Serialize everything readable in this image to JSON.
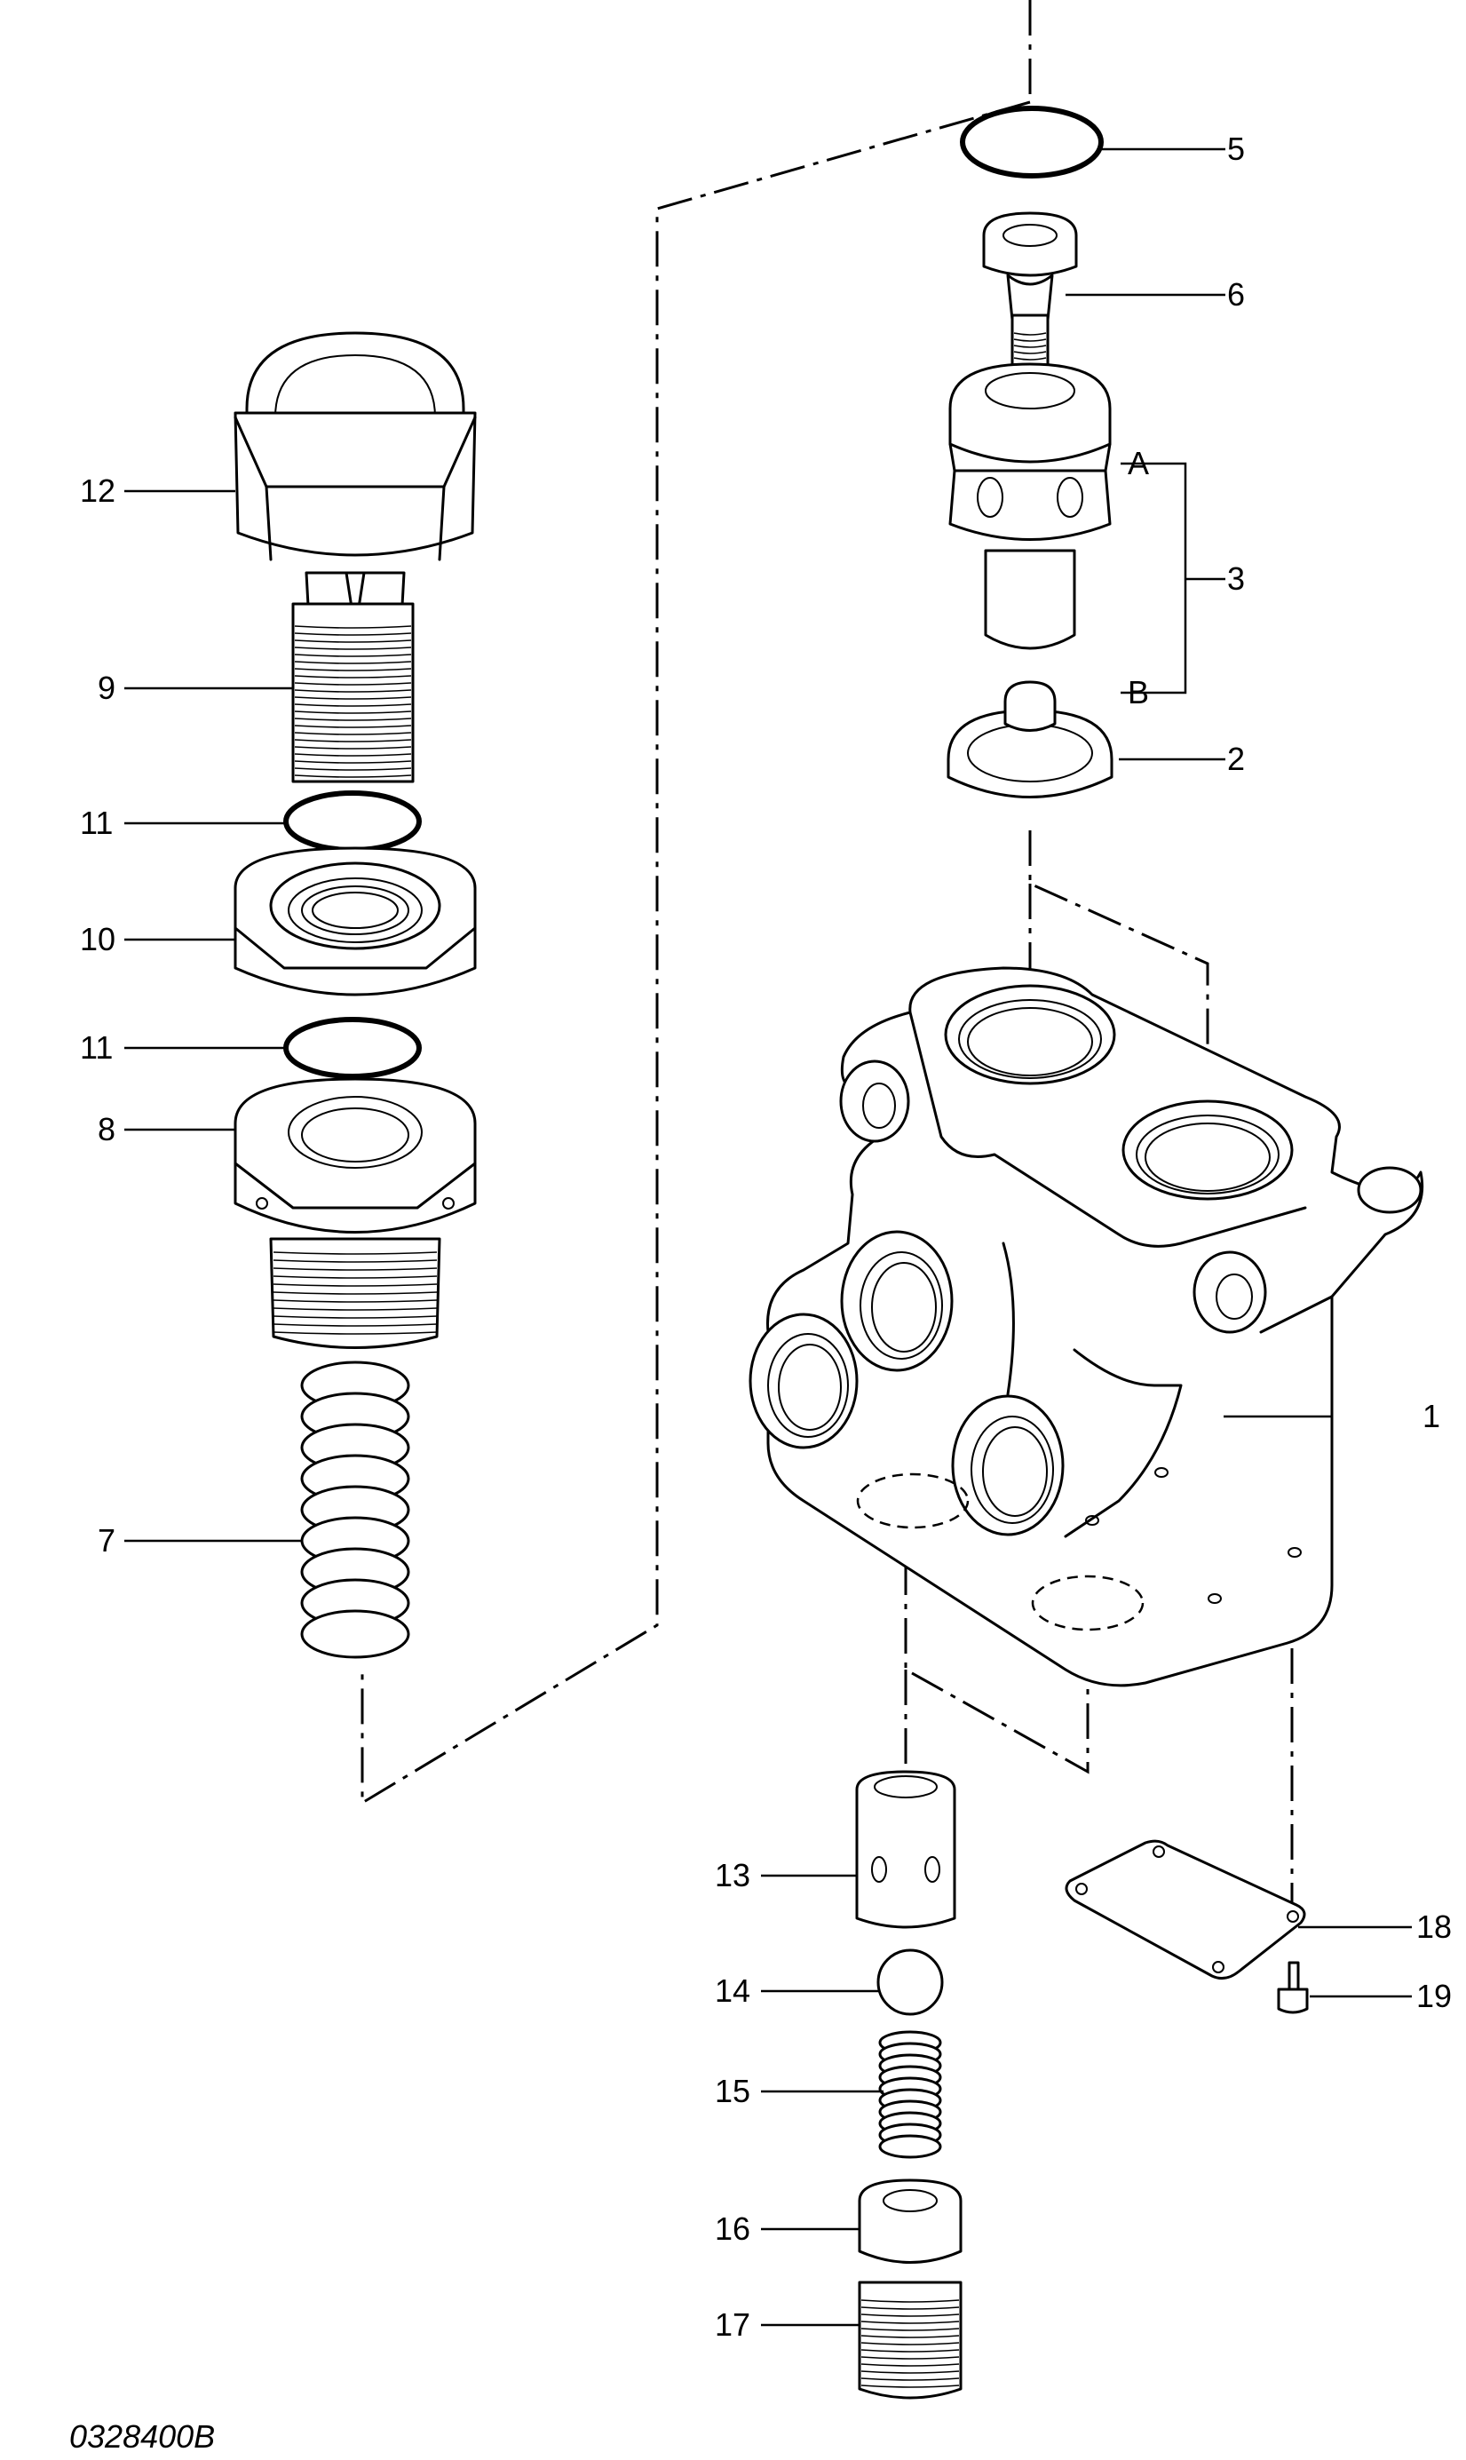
{
  "drawing_code": "0328400B",
  "callouts": {
    "c1": "1",
    "c2": "2",
    "c3": "3",
    "c5": "5",
    "c6": "6",
    "c7": "7",
    "c8": "8",
    "c9": "9",
    "c10": "10",
    "c11a": "11",
    "c11b": "11",
    "c12": "12",
    "c13": "13",
    "c14": "14",
    "c15": "15",
    "c16": "16",
    "c17": "17",
    "c18": "18",
    "c19": "19",
    "cA": "A",
    "cB": "B"
  }
}
